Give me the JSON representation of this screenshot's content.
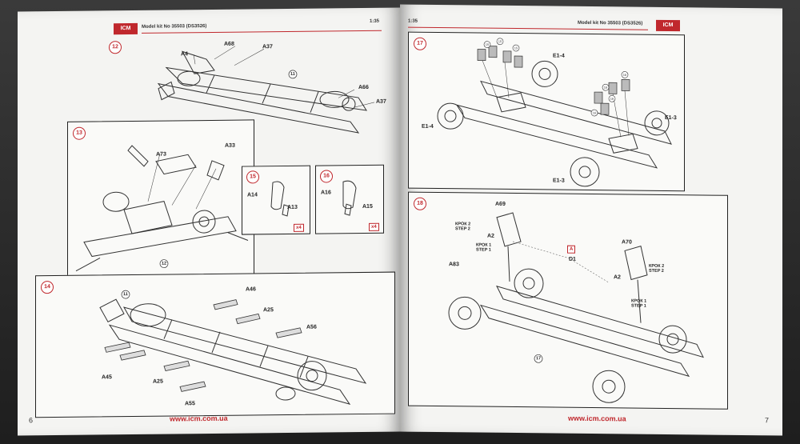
{
  "header": {
    "left_logo": "ICM",
    "left_model_kit": "Model kit No 35503 (DS3526)",
    "left_scale": "1:35",
    "right_scale": "1:35",
    "right_model_kit": "Model kit No 35503 (DS3526)",
    "right_logo": "ICM"
  },
  "left_page": {
    "page_number": "6",
    "footer_url": "www.icm.com.ua",
    "step12": {
      "number": "12",
      "labels": [
        "A4",
        "A68",
        "A37",
        "A66",
        "A37"
      ],
      "part_ref": "11"
    },
    "step13": {
      "number": "13",
      "labels": [
        "A73",
        "A33"
      ],
      "part_ref": "12"
    },
    "step15": {
      "number": "15",
      "labels": [
        "A14",
        "A13"
      ],
      "qty": "x4"
    },
    "step16": {
      "number": "16",
      "labels": [
        "A16",
        "A15"
      ],
      "qty": "x4"
    },
    "step14": {
      "number": "14",
      "labels": [
        "A46",
        "A25",
        "A56",
        "A45",
        "A25",
        "A55"
      ],
      "part_ref": "11"
    }
  },
  "right_page": {
    "page_number": "7",
    "footer_url": "www.icm.com.ua",
    "step17": {
      "number": "17",
      "labels": [
        "E1-4",
        "E1-4",
        "E1-3",
        "E1-3"
      ],
      "part_refs": [
        "15",
        "15",
        "15",
        "16",
        "16",
        "16",
        "16"
      ]
    },
    "step18": {
      "number": "18",
      "labels": [
        "A69",
        "A2",
        "A83",
        "D1",
        "A70",
        "A2"
      ],
      "step_text_1": "КРОК 2",
      "step_text_1b": "STEP 2",
      "step_text_2": "КРОК 1",
      "step_text_2b": "STEP 1",
      "step_text_3": "КРОК 2",
      "step_text_3b": "STEP 2",
      "step_text_4": "КРОК 1",
      "step_text_4b": "STEP 1",
      "callout": "A",
      "part_ref": "17"
    }
  },
  "colors": {
    "accent": "#c0282d",
    "line": "#222222",
    "paper": "#f4f4f2"
  }
}
